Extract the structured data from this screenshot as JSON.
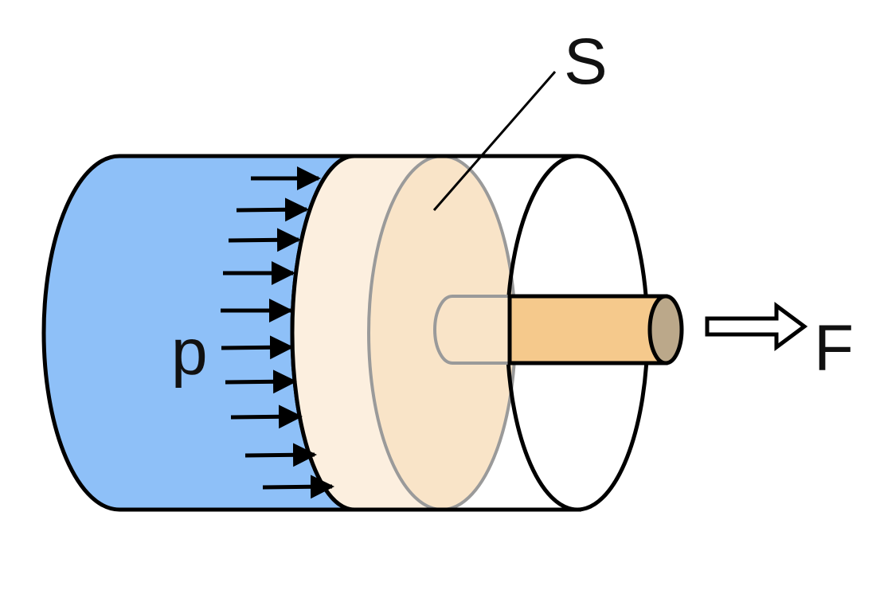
{
  "labels": {
    "area": "S",
    "pressure": "p",
    "force": "F"
  },
  "colors": {
    "fluid": "#8ec0f8",
    "piston_rim": "#fcefdf",
    "piston_face": "#f9e4c8",
    "rod": "#f5c98c",
    "rod_end": "#bba88a",
    "outline": "#000000"
  },
  "icons": {
    "pressure_arrows": "pressure-arrow-icon",
    "force_arrow": "hollow-arrow-right-icon"
  }
}
